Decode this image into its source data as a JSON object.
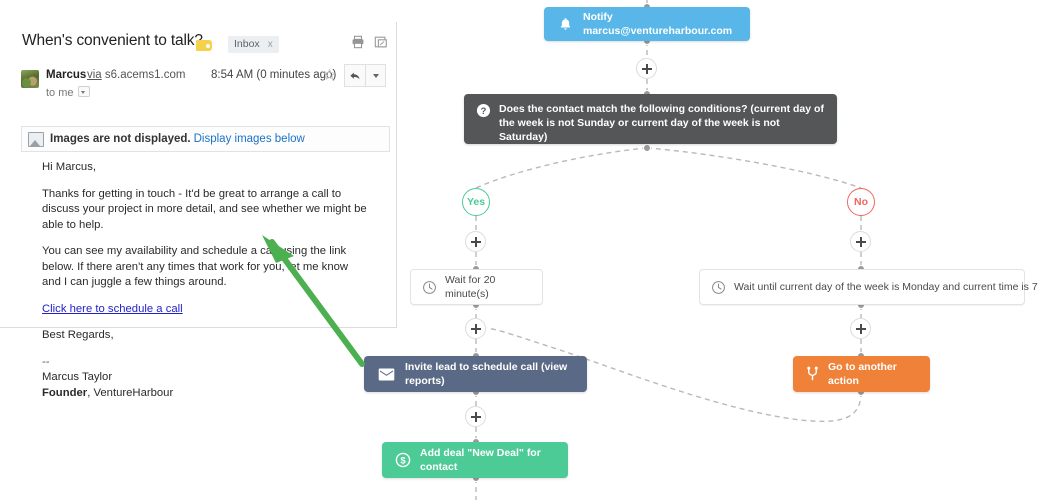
{
  "email": {
    "subject": "When's convenient to talk?",
    "label_tag_color": "#f5d14c",
    "inbox_chip": "Inbox",
    "inbox_chip_close": "x",
    "print_icon": "print-icon",
    "popout_icon": "open-in-new-window-icon",
    "sender_name": "Marcus",
    "sender_via": "via",
    "sender_domain": "s6.acems1.com",
    "sender_to": "to me",
    "timestamp": "8:54 AM (0 minutes ago)",
    "star_icon": "star-icon",
    "reply_icon": "reply-icon",
    "more_icon": "chevron-down-icon",
    "images_notice": "Images are not displayed.",
    "images_link": "Display images below",
    "body": {
      "greeting": "Hi Marcus,",
      "para1": "Thanks for getting in touch - It'd be great to arrange a call to discuss your project in more detail, and see whether we might be able to help.",
      "para2": "You can see my availability and schedule a call using the link below. If there aren't any times that work for you, let me know and I can juggle a few things around.",
      "schedule_link": "Click here to schedule a call",
      "closing": "Best Regards,",
      "sig_dashes": "--",
      "sig_name": "Marcus Taylor",
      "sig_role": "Founder",
      "sig_company": ", VentureHarbour"
    }
  },
  "workflow": {
    "nodes": {
      "notify": {
        "label": "Notify marcus@ventureharbour.com",
        "icon": "bell-notification-icon",
        "color": "#58b7e8"
      },
      "condition": {
        "label": "Does the contact match the following conditions? (current day of the week is not Sunday or current day of the week is not Saturday)",
        "icon": "question-mark-icon",
        "color": "#555657"
      },
      "wait_left": {
        "label": "Wait for 20 minute(s)",
        "icon": "clock-icon",
        "color": "#ffffff"
      },
      "wait_right": {
        "label": "Wait until current day of the week is Monday and current time is 7",
        "icon": "clock-icon",
        "color": "#ffffff"
      },
      "invite": {
        "label": "Invite lead to schedule call (view reports)",
        "icon": "email-envelope-icon",
        "color": "#5a6a86"
      },
      "goto": {
        "label": "Go to another action",
        "icon": "branch-fork-icon",
        "color": "#ef8138"
      },
      "deal": {
        "label": "Add deal \"New Deal\" for contact",
        "icon": "dollar-circle-icon",
        "color": "#4ccb96"
      }
    },
    "branches": {
      "yes": {
        "label": "Yes",
        "color": "#4ccb96"
      },
      "no": {
        "label": "No",
        "color": "#f2655f"
      }
    },
    "add_button_label": "+",
    "annotation_arrow_color": "#4caf50"
  }
}
